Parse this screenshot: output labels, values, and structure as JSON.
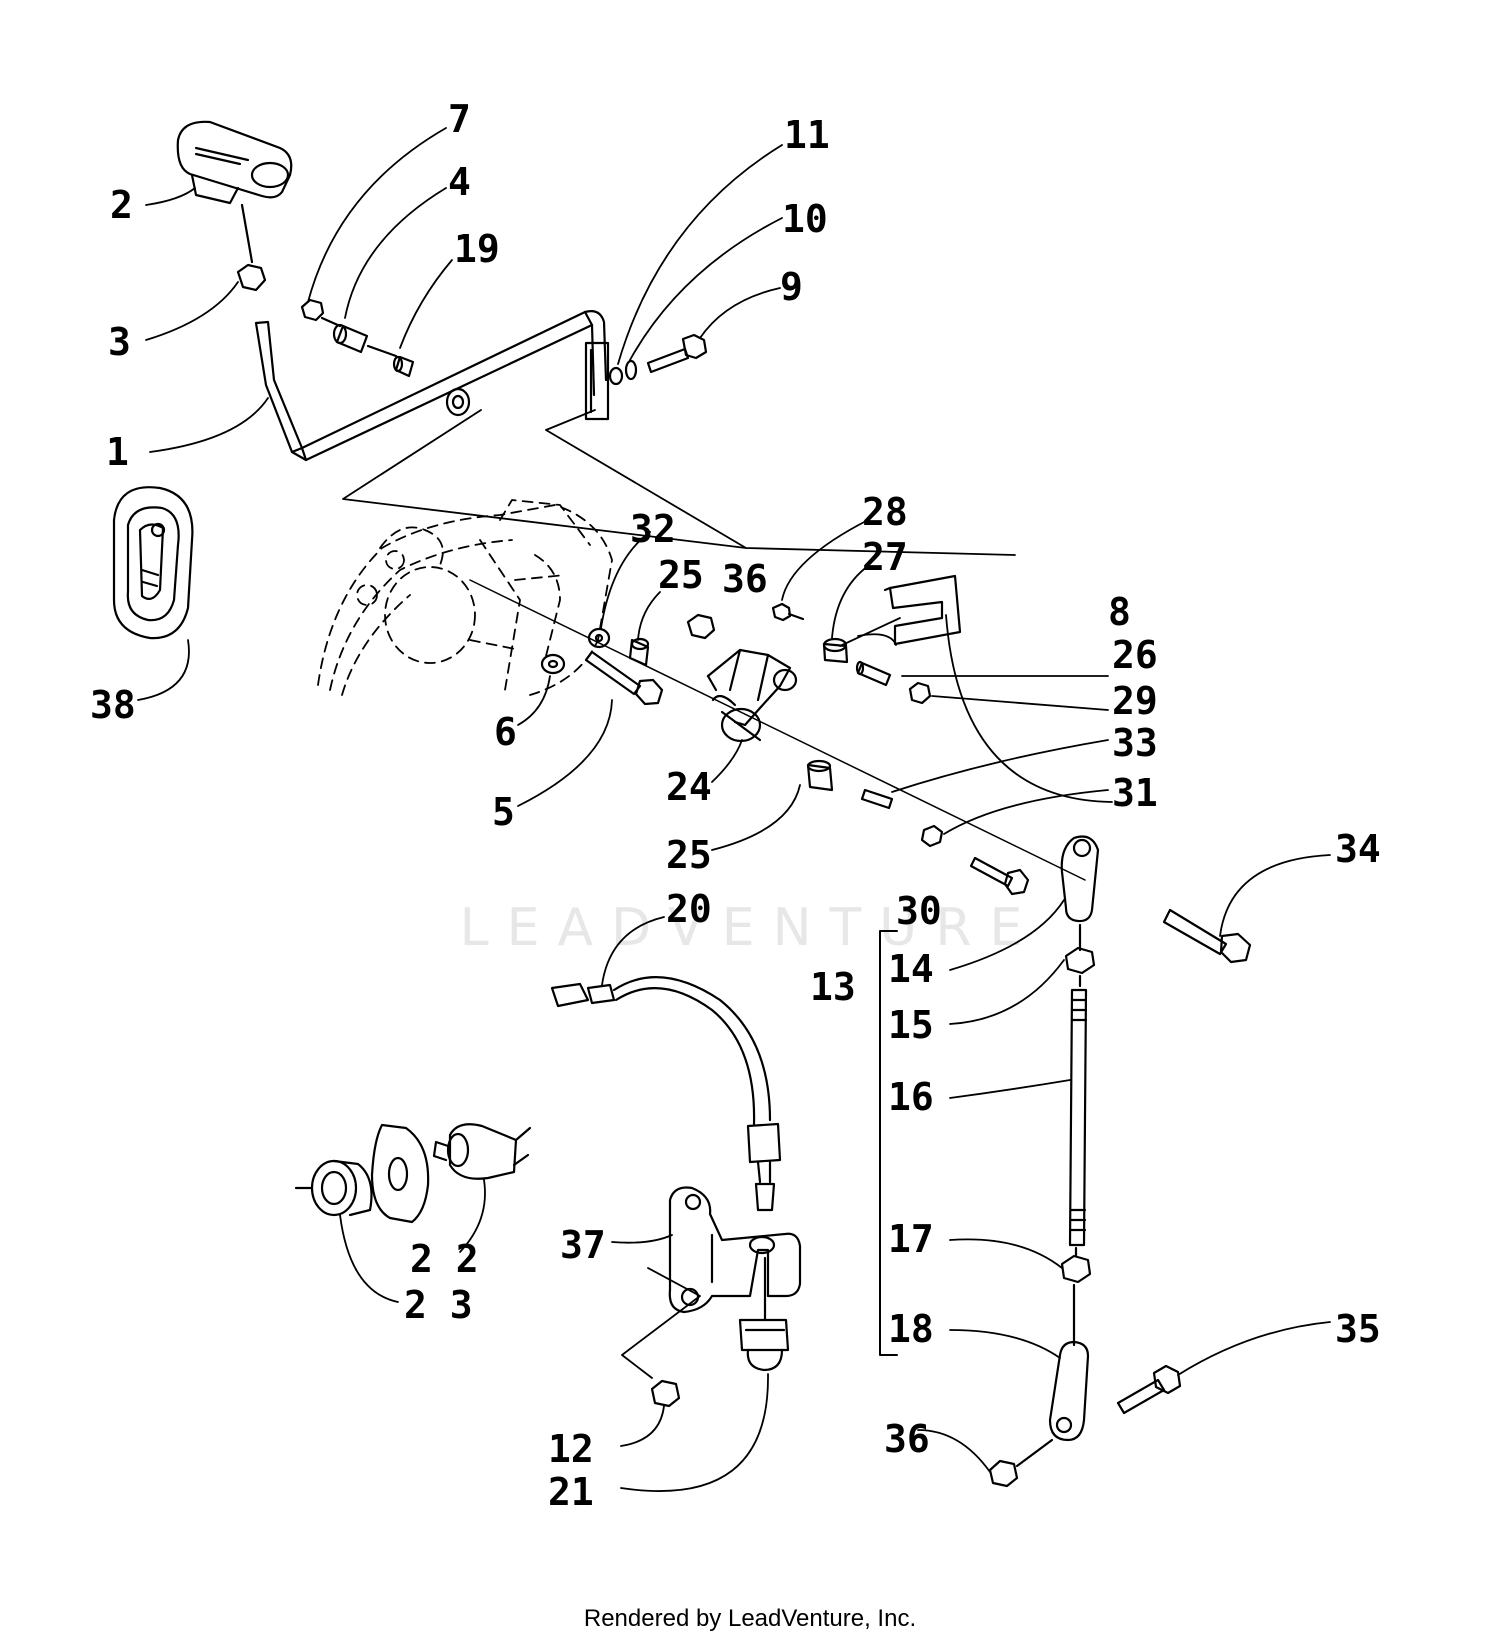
{
  "watermark": "LEADVENTURE",
  "footer": "Rendered by LeadVenture, Inc.",
  "callouts": [
    {
      "id": "1",
      "text": "1"
    },
    {
      "id": "2",
      "text": "2"
    },
    {
      "id": "3",
      "text": "3"
    },
    {
      "id": "4",
      "text": "4"
    },
    {
      "id": "5",
      "text": "5"
    },
    {
      "id": "6",
      "text": "6"
    },
    {
      "id": "7",
      "text": "7"
    },
    {
      "id": "8",
      "text": "8"
    },
    {
      "id": "9",
      "text": "9"
    },
    {
      "id": "10",
      "text": "10"
    },
    {
      "id": "11",
      "text": "11"
    },
    {
      "id": "12",
      "text": "12"
    },
    {
      "id": "13",
      "text": "13"
    },
    {
      "id": "14",
      "text": "14"
    },
    {
      "id": "15",
      "text": "15"
    },
    {
      "id": "16",
      "text": "16"
    },
    {
      "id": "17",
      "text": "17"
    },
    {
      "id": "18",
      "text": "18"
    },
    {
      "id": "19",
      "text": "19"
    },
    {
      "id": "20",
      "text": "20"
    },
    {
      "id": "21",
      "text": "21"
    },
    {
      "id": "22",
      "text": "2 2"
    },
    {
      "id": "23",
      "text": "2 3"
    },
    {
      "id": "24",
      "text": "24"
    },
    {
      "id": "25a",
      "text": "25"
    },
    {
      "id": "25b",
      "text": "25"
    },
    {
      "id": "26",
      "text": "26"
    },
    {
      "id": "27",
      "text": "27"
    },
    {
      "id": "28",
      "text": "28"
    },
    {
      "id": "29",
      "text": "29"
    },
    {
      "id": "30",
      "text": "30"
    },
    {
      "id": "31",
      "text": "31"
    },
    {
      "id": "32",
      "text": "32"
    },
    {
      "id": "33",
      "text": "33"
    },
    {
      "id": "34",
      "text": "34"
    },
    {
      "id": "35",
      "text": "35"
    },
    {
      "id": "36a",
      "text": "36"
    },
    {
      "id": "36b",
      "text": "36"
    },
    {
      "id": "37",
      "text": "37"
    },
    {
      "id": "38",
      "text": "38"
    }
  ]
}
